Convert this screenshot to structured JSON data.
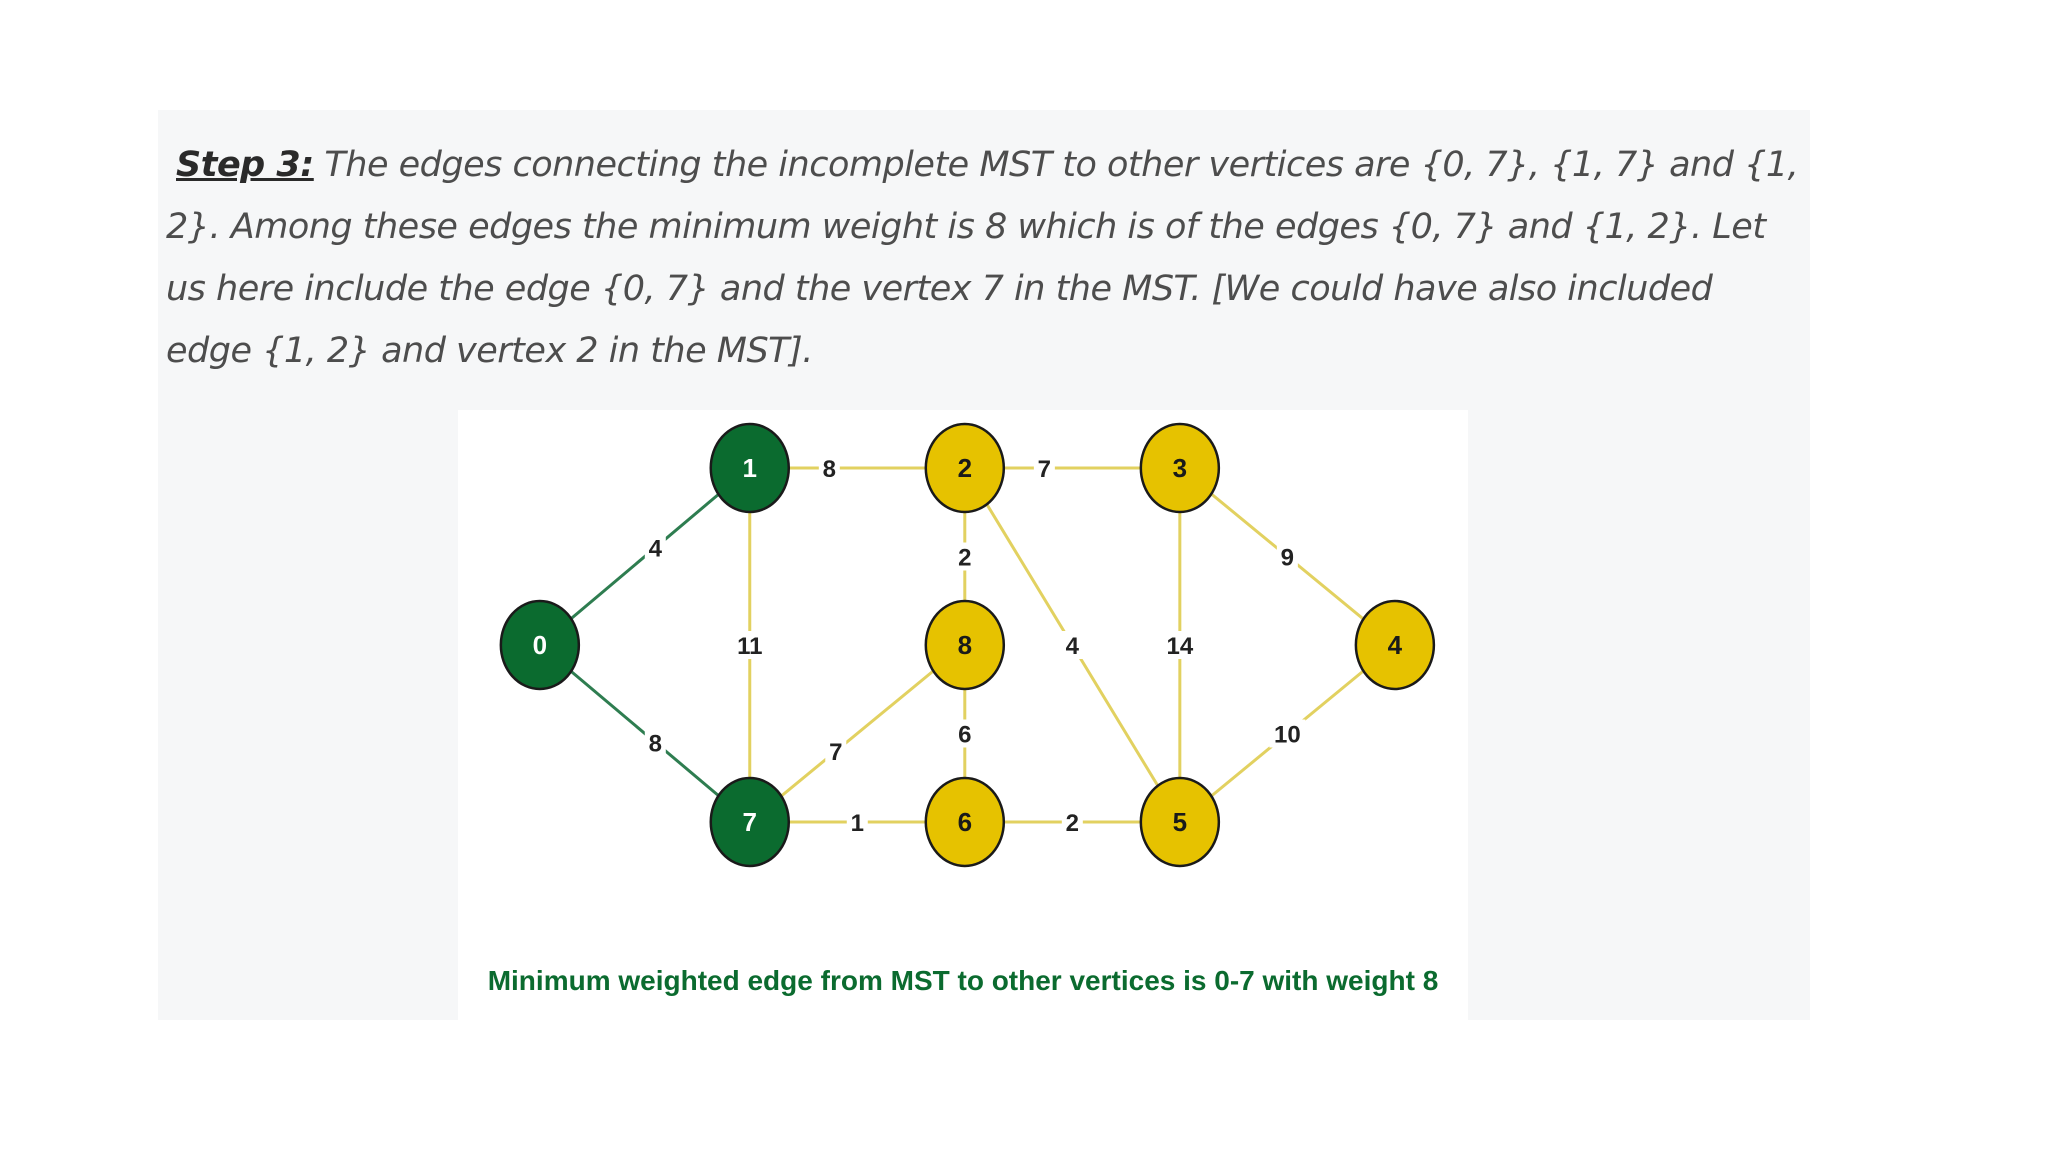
{
  "step": {
    "label": "Step 3:",
    "text": " The edges connecting the incomplete MST to other vertices are {0, 7}, {1, 7} and {1, 2}. Among these edges the minimum weight is 8 which is of the edges {0, 7} and {1, 2}. Let us here include the edge {0, 7} and the vertex 7 in the MST. [We could have also included edge {1, 2} and vertex 2 in the MST]."
  },
  "colors": {
    "mst": "#0b6b2f",
    "non_mst": "#e6c200",
    "mst_edge": "#2e7d50",
    "non_mst_edge": "#e2d160",
    "caption": "#0b6b2f"
  },
  "graph": {
    "nodes": [
      {
        "id": "0",
        "label": "0",
        "in_mst": true
      },
      {
        "id": "1",
        "label": "1",
        "in_mst": true
      },
      {
        "id": "2",
        "label": "2",
        "in_mst": false
      },
      {
        "id": "3",
        "label": "3",
        "in_mst": false
      },
      {
        "id": "4",
        "label": "4",
        "in_mst": false
      },
      {
        "id": "5",
        "label": "5",
        "in_mst": false
      },
      {
        "id": "6",
        "label": "6",
        "in_mst": false
      },
      {
        "id": "7",
        "label": "7",
        "in_mst": true
      },
      {
        "id": "8",
        "label": "8",
        "in_mst": false
      }
    ],
    "edges": [
      {
        "from": "0",
        "to": "1",
        "weight": "4",
        "in_mst": true
      },
      {
        "from": "0",
        "to": "7",
        "weight": "8",
        "in_mst": true
      },
      {
        "from": "1",
        "to": "2",
        "weight": "8",
        "in_mst": false
      },
      {
        "from": "1",
        "to": "7",
        "weight": "11",
        "in_mst": false
      },
      {
        "from": "2",
        "to": "3",
        "weight": "7",
        "in_mst": false
      },
      {
        "from": "2",
        "to": "8",
        "weight": "2",
        "in_mst": false
      },
      {
        "from": "2",
        "to": "5",
        "weight": "4",
        "in_mst": false
      },
      {
        "from": "3",
        "to": "4",
        "weight": "9",
        "in_mst": false
      },
      {
        "from": "3",
        "to": "5",
        "weight": "14",
        "in_mst": false
      },
      {
        "from": "4",
        "to": "5",
        "weight": "10",
        "in_mst": false
      },
      {
        "from": "5",
        "to": "6",
        "weight": "2",
        "in_mst": false
      },
      {
        "from": "6",
        "to": "7",
        "weight": "1",
        "in_mst": false
      },
      {
        "from": "6",
        "to": "8",
        "weight": "6",
        "in_mst": false
      },
      {
        "from": "7",
        "to": "8",
        "weight": "7",
        "in_mst": false
      }
    ]
  },
  "caption": "Minimum weighted edge from MST to other vertices is 0-7 with weight 8"
}
